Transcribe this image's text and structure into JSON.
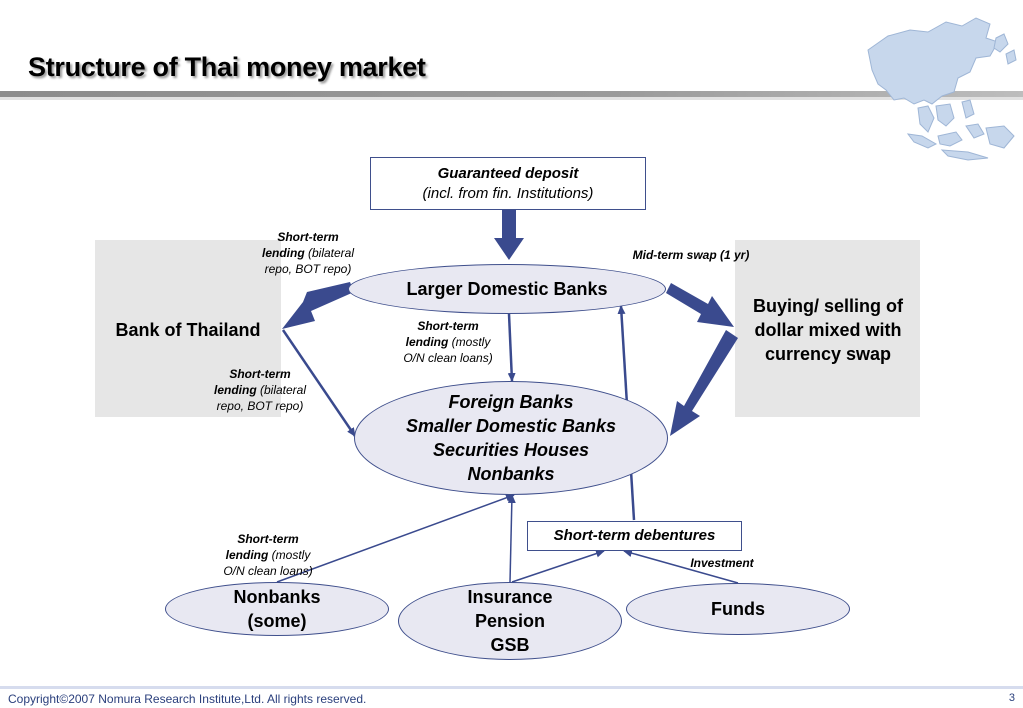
{
  "title": "Structure of Thai money market",
  "guaranteed": {
    "line1": "Guaranteed deposit",
    "line2": "(incl. from fin. Institutions)"
  },
  "bank_of_thailand": "Bank of Thailand",
  "buying_selling": {
    "line1": "Buying/ selling of",
    "line2": "dollar mixed with",
    "line3": "currency swap"
  },
  "larger_banks": "Larger Domestic Banks",
  "center": {
    "line1": "Foreign Banks",
    "line2": "Smaller Domestic Banks",
    "line3": "Securities Houses",
    "line4": "Nonbanks"
  },
  "debentures": "Short-term debentures",
  "nonbanks_some": {
    "line1": "Nonbanks",
    "line2": "(some)"
  },
  "insurance": {
    "line1": "Insurance",
    "line2": "Pension",
    "line3": "GSB"
  },
  "funds": "Funds",
  "labels": {
    "bot_to_larger": {
      "l1": "Short-term",
      "l2": "lending",
      "l3": " (bilateral",
      "l4": "repo, BOT repo)"
    },
    "bot_to_center": {
      "l1": "Short-term",
      "l2": "lending",
      "l3": " (bilateral",
      "l4": "repo, BOT repo)"
    },
    "larger_to_center": {
      "l1": "Short-term",
      "l2": "lending",
      "l3": " (mostly",
      "l4": "O/N clean loans)"
    },
    "nonbanks_to_center": {
      "l1": "Short-term",
      "l2": "lending",
      "l3": " (mostly",
      "l4": "O/N clean loans)"
    },
    "mid_term": "Mid-term swap (1 yr)",
    "investment": "Investment"
  },
  "footer": "Copyright©2007 Nomura Research Institute,Ltd. All rights reserved.",
  "page_number": "3",
  "colors": {
    "arrow": "#3a4a8e",
    "oval_fill": "#e8e8f2",
    "gray_box": "#e6e6e6",
    "map": "#c7d7ec"
  },
  "icons": [
    "asia-map-icon"
  ]
}
